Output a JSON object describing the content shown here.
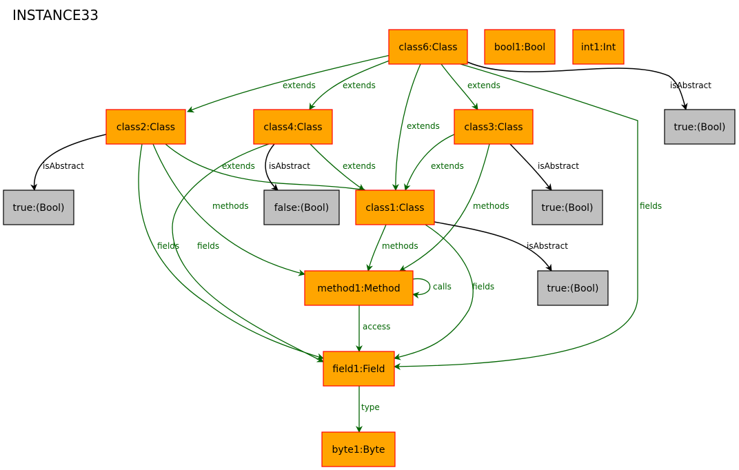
{
  "title": "INSTANCE33",
  "colors": {
    "class_fill": "#FFA500",
    "class_border": "#FF0000",
    "value_fill": "#C0C0C0",
    "value_border": "#000000",
    "green_edge": "#006400",
    "black_edge": "#000000"
  },
  "nodes": {
    "class6": {
      "label": "class6:Class",
      "kind": "class"
    },
    "bool1": {
      "label": "bool1:Bool",
      "kind": "class"
    },
    "int1": {
      "label": "int1:Int",
      "kind": "class"
    },
    "class2": {
      "label": "class2:Class",
      "kind": "class"
    },
    "class4": {
      "label": "class4:Class",
      "kind": "class"
    },
    "class3": {
      "label": "class3:Class",
      "kind": "class"
    },
    "true_a": {
      "label": "true:(Bool)",
      "kind": "value"
    },
    "true_b": {
      "label": "true:(Bool)",
      "kind": "value"
    },
    "false_a": {
      "label": "false:(Bool)",
      "kind": "value"
    },
    "class1": {
      "label": "class1:Class",
      "kind": "class"
    },
    "true_c": {
      "label": "true:(Bool)",
      "kind": "value"
    },
    "true_d": {
      "label": "true:(Bool)",
      "kind": "value"
    },
    "method1": {
      "label": "method1:Method",
      "kind": "class"
    },
    "field1": {
      "label": "field1:Field",
      "kind": "class"
    },
    "byte1": {
      "label": "byte1:Byte",
      "kind": "class"
    }
  },
  "edges": [
    {
      "id": "e1",
      "from": "class6",
      "to": "class2",
      "label": "extends",
      "color": "green"
    },
    {
      "id": "e2",
      "from": "class6",
      "to": "class4",
      "label": "extends",
      "color": "green"
    },
    {
      "id": "e3",
      "from": "class6",
      "to": "class3",
      "label": "extends",
      "color": "green"
    },
    {
      "id": "e4",
      "from": "class6",
      "to": "class1",
      "label": "extends",
      "color": "green"
    },
    {
      "id": "e5",
      "from": "class6",
      "to": "true_a",
      "label": "isAbstract",
      "color": "black"
    },
    {
      "id": "e6",
      "from": "class6",
      "to": "field1",
      "label": "fields",
      "color": "green"
    },
    {
      "id": "e7",
      "from": "class2",
      "to": "true_b",
      "label": "isAbstract",
      "color": "black"
    },
    {
      "id": "e8",
      "from": "class2",
      "to": "class1",
      "label": "extends",
      "color": "green"
    },
    {
      "id": "e9",
      "from": "class2",
      "to": "method1",
      "label": "methods",
      "color": "green"
    },
    {
      "id": "e10",
      "from": "class2",
      "to": "field1",
      "label": "fields",
      "color": "green"
    },
    {
      "id": "e11",
      "from": "class4",
      "to": "false_a",
      "label": "isAbstract",
      "color": "black"
    },
    {
      "id": "e12",
      "from": "class4",
      "to": "class1",
      "label": "extends",
      "color": "green"
    },
    {
      "id": "e13",
      "from": "class4",
      "to": "field1",
      "label": "fields",
      "color": "green"
    },
    {
      "id": "e14",
      "from": "class3",
      "to": "class1",
      "label": "extends",
      "color": "green"
    },
    {
      "id": "e15",
      "from": "class3",
      "to": "true_c",
      "label": "isAbstract",
      "color": "black"
    },
    {
      "id": "e16",
      "from": "class3",
      "to": "method1",
      "label": "methods",
      "color": "green"
    },
    {
      "id": "e17",
      "from": "class1",
      "to": "method1",
      "label": "methods",
      "color": "green"
    },
    {
      "id": "e18",
      "from": "class1",
      "to": "true_d",
      "label": "isAbstract",
      "color": "black"
    },
    {
      "id": "e19",
      "from": "class1",
      "to": "field1",
      "label": "fields",
      "color": "green"
    },
    {
      "id": "e20",
      "from": "method1",
      "to": "method1",
      "label": "calls",
      "color": "green"
    },
    {
      "id": "e21",
      "from": "method1",
      "to": "field1",
      "label": "access",
      "color": "green"
    },
    {
      "id": "e22",
      "from": "field1",
      "to": "byte1",
      "label": "type",
      "color": "green"
    }
  ]
}
